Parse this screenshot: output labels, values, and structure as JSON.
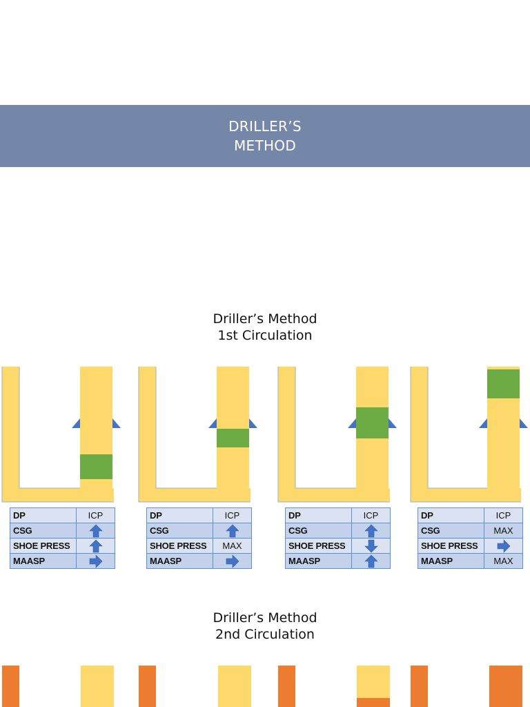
{
  "banner": {
    "line1": "DRILLER’S",
    "line2": "METHOD"
  },
  "section1": {
    "title": "Driller’s Method",
    "subtitle": "1st Circulation"
  },
  "section2": {
    "title": "Driller’s Method",
    "subtitle": "2nd Circulation"
  },
  "colors": {
    "mud": "#fcd96a",
    "kick": "#6dab44",
    "kill_mud": "#ec7c30",
    "choke_marker": "#4472c4",
    "banner": "#7587a8"
  },
  "stages": [
    {
      "rows": [
        {
          "label": "DP",
          "value": "ICP"
        },
        {
          "label": "CSG",
          "value": "",
          "icon": "arrow-up-icon"
        },
        {
          "label": "SHOE PRESS",
          "value": "",
          "icon": "arrow-up-icon"
        },
        {
          "label": "MAASP",
          "value": "",
          "icon": "arrow-right-icon"
        }
      ]
    },
    {
      "rows": [
        {
          "label": "DP",
          "value": "ICP"
        },
        {
          "label": "CSG",
          "value": "",
          "icon": "arrow-up-icon"
        },
        {
          "label": "SHOE PRESS",
          "value": "MAX"
        },
        {
          "label": "MAASP",
          "value": "",
          "icon": "arrow-right-icon"
        }
      ]
    },
    {
      "rows": [
        {
          "label": "DP",
          "value": "ICP"
        },
        {
          "label": "CSG",
          "value": "",
          "icon": "arrow-up-icon"
        },
        {
          "label": "SHOE PRESS",
          "value": "",
          "icon": "arrow-down-icon"
        },
        {
          "label": "MAASP",
          "value": "",
          "icon": "arrow-up-icon"
        }
      ]
    },
    {
      "rows": [
        {
          "label": "DP",
          "value": "ICP"
        },
        {
          "label": "CSG",
          "value": "MAX"
        },
        {
          "label": "SHOE PRESS",
          "value": "",
          "icon": "arrow-right-icon"
        },
        {
          "label": "MAASP",
          "value": "MAX"
        }
      ]
    }
  ]
}
